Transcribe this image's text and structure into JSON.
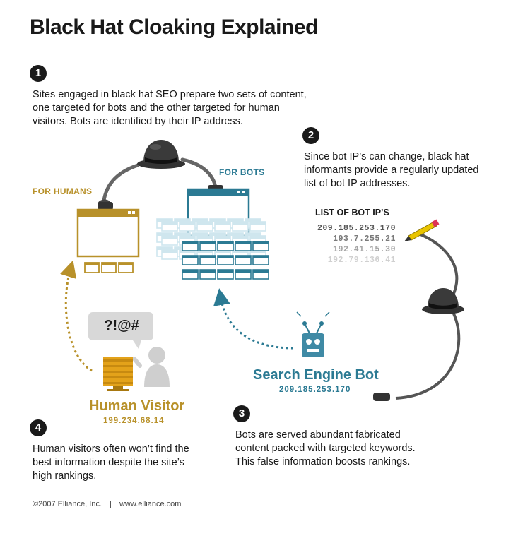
{
  "title": "Black Hat Cloaking Explained",
  "steps": [
    {
      "number": "1",
      "text": "Sites engaged in black hat SEO prepare two sets of content, one targeted for bots and the other targeted for human visitors. Bots are identified by their IP address."
    },
    {
      "number": "2",
      "text": "Since bot IP’s can change, black hat informants provide a regularly updated list of bot IP addresses."
    },
    {
      "number": "3",
      "text": "Bots are served abundant fabricated content packed with targeted keywords. This false information boosts rankings."
    },
    {
      "number": "4",
      "text": "Human visitors often won’t find the best information despite the site’s high rankings."
    }
  ],
  "labels": {
    "for_humans": "FOR HUMANS",
    "for_bots": "FOR BOTS",
    "list_title": "LIST OF BOT IP’S",
    "speech": "?!@#",
    "human_visitor": "Human Visitor",
    "human_ip": "199.234.68.14",
    "search_bot": "Search Engine Bot",
    "bot_ip": "209.185.253.170"
  },
  "bot_ips": [
    "209.185.253.170",
    "193.7.255.21",
    "192.41.15.30",
    "192.79.136.41"
  ],
  "footer": {
    "copyright": "©2007 Elliance, Inc.",
    "separator": "|",
    "url": "www.elliance.com"
  },
  "colors": {
    "gold": "#b8912a",
    "teal": "#2b7a93",
    "dark": "#1a1a1a",
    "gray": "#9a9a9a",
    "light_teal": "#cfe6ee"
  },
  "icons": [
    "black-hat-icon",
    "hand-icon",
    "pencil-icon",
    "robot-icon",
    "computer-icon",
    "person-icon",
    "speech-bubble-icon"
  ]
}
